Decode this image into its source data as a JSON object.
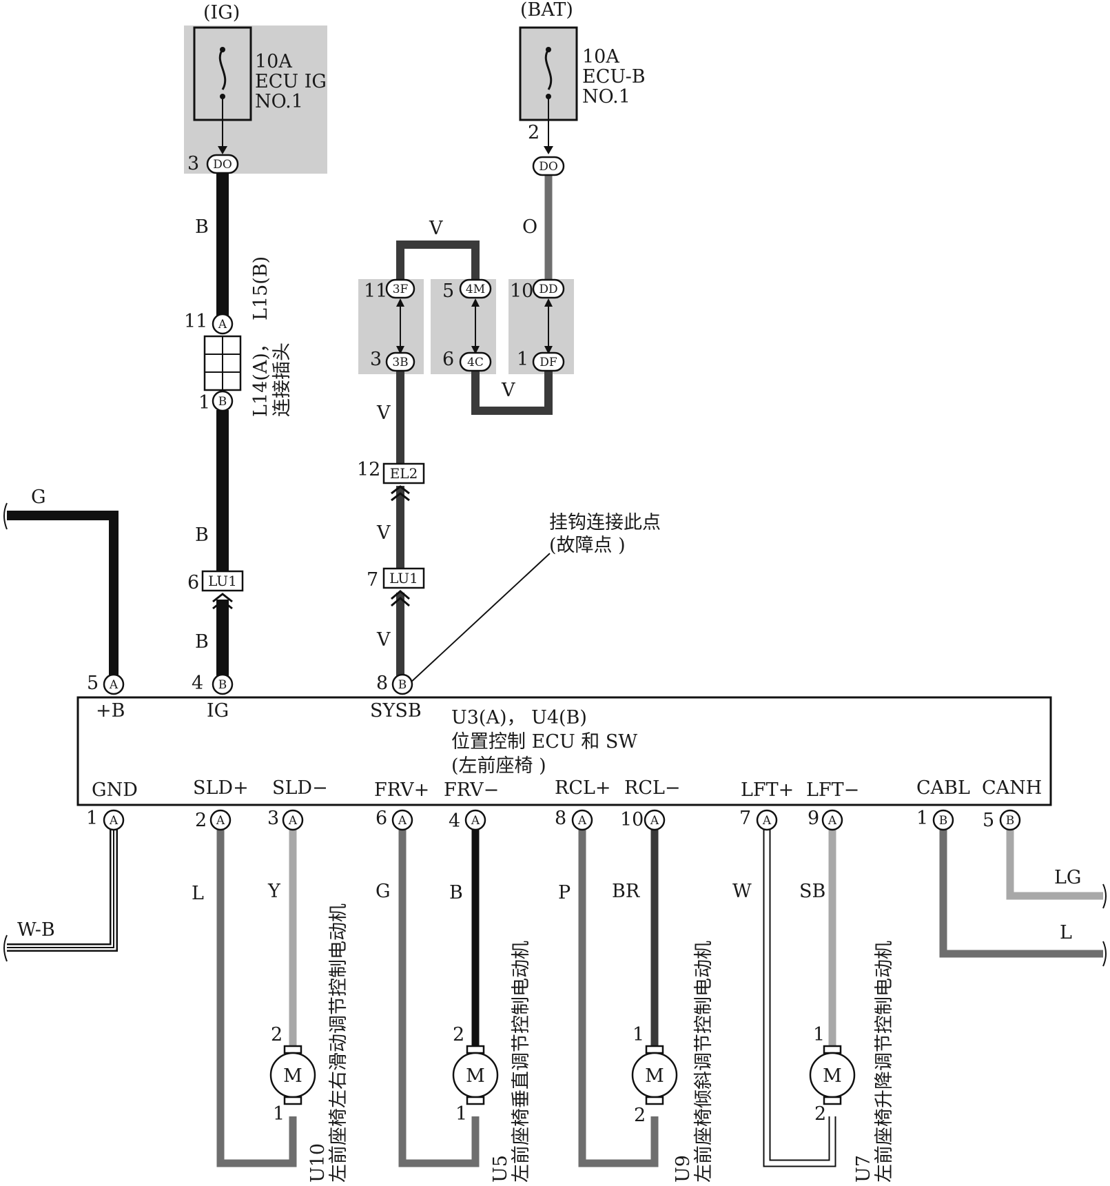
{
  "colors": {
    "B": "#111111",
    "V": "#3a3a3a",
    "O": "#6e6e6e",
    "G": "#6e6e6e",
    "L": "#6e6e6e",
    "P": "#6e6e6e",
    "Y": "#a8a8a8",
    "SB": "#a8a8a8",
    "LG": "#a8a8a8",
    "BR": "#3a3a3a",
    "shade": "#cfcfcf"
  },
  "top": {
    "ig_label": "(IG)",
    "bat_label": "(BAT)",
    "fuse_ig": {
      "amp": "10A",
      "name": "ECU IG",
      "no": "NO.1"
    },
    "fuse_bat": {
      "amp": "10A",
      "name": "ECU-B",
      "no": "NO.1"
    },
    "ig_pin": "3",
    "ig_conn": "DO",
    "bat_pin": "2",
    "bat_conn": "DO"
  },
  "junction": {
    "j11": "11",
    "c3f": "3F",
    "j5": "5",
    "c4m": "4M",
    "j10": "10",
    "cdd": "DD",
    "j3": "3",
    "c3b": "3B",
    "j6": "6",
    "c4c": "4C",
    "j1": "1",
    "cdf": "DF"
  },
  "connector_l14": {
    "pin_top": "11",
    "letter_top": "A",
    "pin_bot": "1",
    "letter_bot": "B",
    "label1": "L15(B)",
    "label2": "L14(A)，",
    "label3": "连接插头"
  },
  "inline": {
    "el2_pin": "12",
    "el2": "EL2",
    "lu1a_pin": "6",
    "lu1a": "LU1",
    "lu1b_pin": "7",
    "lu1b": "LU1"
  },
  "fault": {
    "line1": "挂钩连接此点",
    "line2": "(故障点 )"
  },
  "wires": {
    "b1": "B",
    "b2": "B",
    "b3": "B",
    "o": "O",
    "v_top": "V",
    "v_mid": "V",
    "v1": "V",
    "v2": "V",
    "v3": "V",
    "g": "G",
    "wb": "W-B",
    "lg": "LG",
    "l": "L"
  },
  "ecu": {
    "title1": "U3(A)， U4(B)",
    "title2": "位置控制 ECU 和 SW",
    "title3": "(左前座椅 )",
    "top_pins": [
      {
        "pin": "5",
        "letter": "A",
        "name": "+B"
      },
      {
        "pin": "4",
        "letter": "B",
        "name": "IG"
      },
      {
        "pin": "8",
        "letter": "B",
        "name": "SYSB"
      }
    ],
    "bottom_pins": [
      {
        "pin": "1",
        "letter": "A",
        "name": "GND"
      },
      {
        "pin": "2",
        "letter": "A",
        "name": "SLD+",
        "wire": "L"
      },
      {
        "pin": "3",
        "letter": "A",
        "name": "SLD−",
        "wire": "Y"
      },
      {
        "pin": "6",
        "letter": "A",
        "name": "FRV+",
        "wire": "G"
      },
      {
        "pin": "4",
        "letter": "A",
        "name": "FRV−",
        "wire": "B"
      },
      {
        "pin": "8",
        "letter": "A",
        "name": "RCL+",
        "wire": "P"
      },
      {
        "pin": "10",
        "letter": "A",
        "name": "RCL−",
        "wire": "BR"
      },
      {
        "pin": "7",
        "letter": "A",
        "name": "LFT+",
        "wire": "W"
      },
      {
        "pin": "9",
        "letter": "A",
        "name": "LFT−",
        "wire": "SB"
      },
      {
        "pin": "1",
        "letter": "B",
        "name": "CABL"
      },
      {
        "pin": "5",
        "letter": "B",
        "name": "CANH"
      }
    ]
  },
  "motors": [
    {
      "id": "U10",
      "desc": "左前座椅左右滑动调节控制电动机",
      "pin_top": "2",
      "pin_bot": "1",
      "symbol": "M"
    },
    {
      "id": "U5",
      "desc": "左前座椅垂直调节控制电动机",
      "pin_top": "2",
      "pin_bot": "1",
      "symbol": "M"
    },
    {
      "id": "U9",
      "desc": "左前座椅倾斜调节控制电动机",
      "pin_top": "1",
      "pin_bot": "2",
      "symbol": "M"
    },
    {
      "id": "U7",
      "desc": "左前座椅升降调节控制电动机",
      "pin_top": "1",
      "pin_bot": "2",
      "symbol": "M"
    }
  ]
}
